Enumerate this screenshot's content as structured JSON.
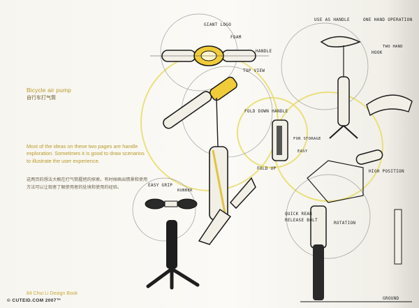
{
  "caption": {
    "title": "Bicycle air pump",
    "title_cn": "自行车打气筒"
  },
  "body": {
    "english": "Most of the ideas on these two pages are handle exploration. Sometimes it is good to draw scenarios to illustrate the user experience.",
    "chinese": "这两页的想法大概在打气筒握把的探索。有时候画出情景和使用方法可以让观者了解使用者的处境和使用的经验。"
  },
  "annotations": {
    "giant_logo": "GIANT LOGO",
    "foam": "FOAM",
    "handle": "HANDLE",
    "top_view": "TOP VIEW",
    "fold_down_handle": "FOLD DOWN HANDLE",
    "fold_up": "FOLD UP",
    "for_storage": "FOR STORAGE",
    "easy": "EASY",
    "easy_grip": "EASY GRIP",
    "rubber": "RUBBER",
    "use_as_handle": "USE AS HANDLE",
    "one_hand_operation": "ONE HAND OPERATION",
    "hook": "HOOK",
    "two_hand": "TWO HAND",
    "high_position": "HIGH POSITION",
    "quick_release_bolt": "QUICK REAR RELEASE BOLT",
    "rotation": "ROTATION",
    "ground": "GROUND"
  },
  "footer": {
    "watermark": "© CUTEID.COM 2007™",
    "folio": "84 Chui Li Design Book"
  }
}
